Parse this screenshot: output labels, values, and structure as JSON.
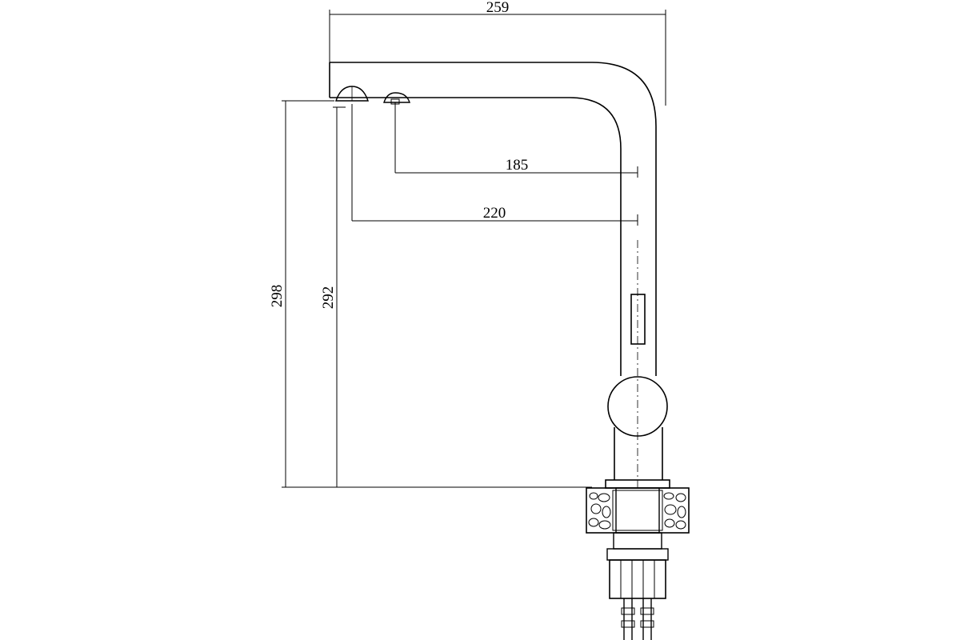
{
  "dimensions": {
    "total_width": "259",
    "reach_outer": "220",
    "reach_inner": "185",
    "total_height": "298",
    "spout_height": "292"
  },
  "colors": {
    "line": "#000000",
    "background": "#ffffff"
  }
}
